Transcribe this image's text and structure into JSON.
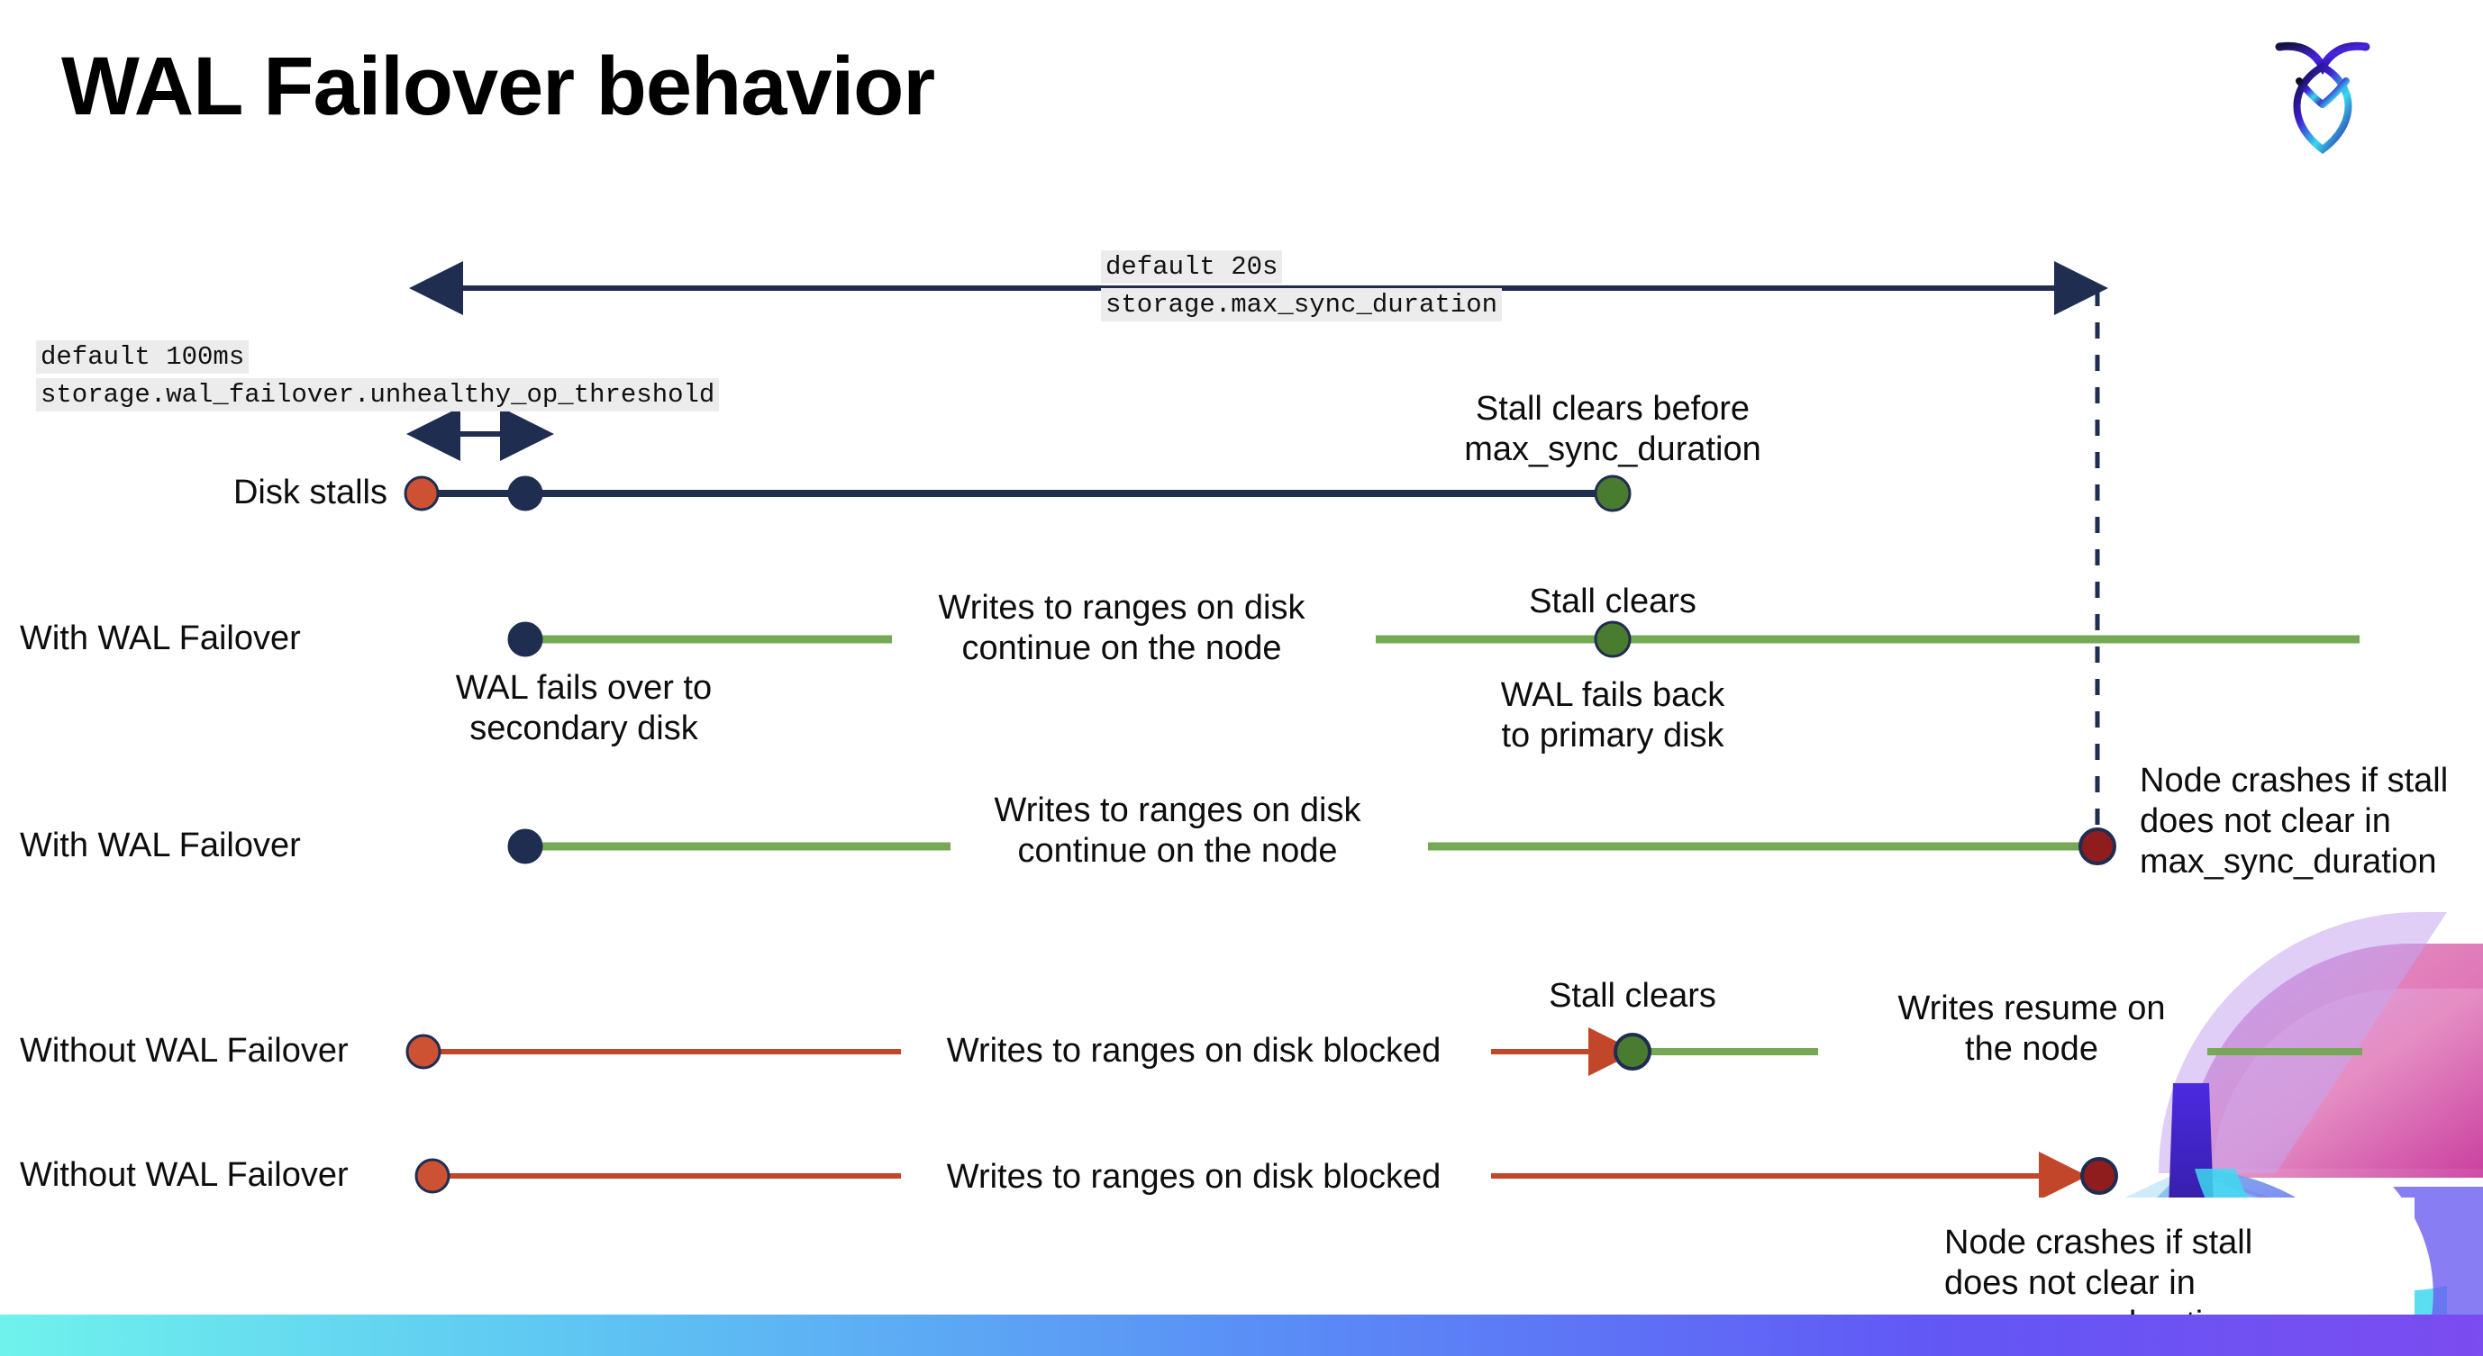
{
  "slide": {
    "title": "WAL Failover behavior",
    "brand_logo": "cockroach-logo-icon"
  },
  "colors": {
    "navy": "#1f2d50",
    "green_line": "#76a856",
    "green_dot": "#4a7c2f",
    "orange": "#c1462a",
    "orange_dot": "#cd5234",
    "dark_red": "#8f1d1d",
    "mono_bg": "#ececec",
    "footer_gradient_start": "#6ff2ec",
    "footer_gradient_end": "#7b4cf0"
  },
  "settings": {
    "max_sync_duration": {
      "default_text": "default 20s",
      "name_text": "storage.max_sync_duration"
    },
    "unhealthy_op_threshold": {
      "default_text": "default 100ms",
      "name_text": "storage.wal_failover.unhealthy_op_threshold"
    }
  },
  "rows": [
    {
      "id": "disk-stalls",
      "label": "Disk stalls",
      "annotations": [
        {
          "id": "stall-clears-before",
          "text": "Stall clears before\nmax_sync_duration"
        }
      ]
    },
    {
      "id": "with-wal-failover-clears",
      "label": "With WAL Failover",
      "annotations": [
        {
          "id": "writes-continue",
          "text": "Writes to ranges on disk\ncontinue on the node"
        },
        {
          "id": "wal-fails-over",
          "text": "WAL fails over to\nsecondary disk"
        },
        {
          "id": "stall-clears",
          "text": "Stall clears"
        },
        {
          "id": "wal-fails-back",
          "text": "WAL fails  back\nto primary disk"
        }
      ]
    },
    {
      "id": "with-wal-failover-crash",
      "label": "With WAL Failover",
      "annotations": [
        {
          "id": "writes-continue-2",
          "text": "Writes to ranges on disk\ncontinue on the node"
        },
        {
          "id": "node-crashes-1",
          "text": "Node crashes if stall\ndoes not clear in\nmax_sync_duration"
        }
      ]
    },
    {
      "id": "without-wal-failover-clears",
      "label": "Without WAL Failover",
      "annotations": [
        {
          "id": "writes-blocked",
          "text": "Writes to ranges on disk  blocked"
        },
        {
          "id": "stall-clears-2",
          "text": "Stall clears"
        },
        {
          "id": "writes-resume",
          "text": "Writes resume on\nthe node"
        }
      ]
    },
    {
      "id": "without-wal-failover-crash",
      "label": "Without WAL Failover",
      "annotations": [
        {
          "id": "writes-blocked-2",
          "text": "Writes to ranges on disk  blocked"
        },
        {
          "id": "node-crashes-2",
          "text": "Node crashes if stall\ndoes not clear in\nmax_sync_duration"
        }
      ]
    }
  ]
}
